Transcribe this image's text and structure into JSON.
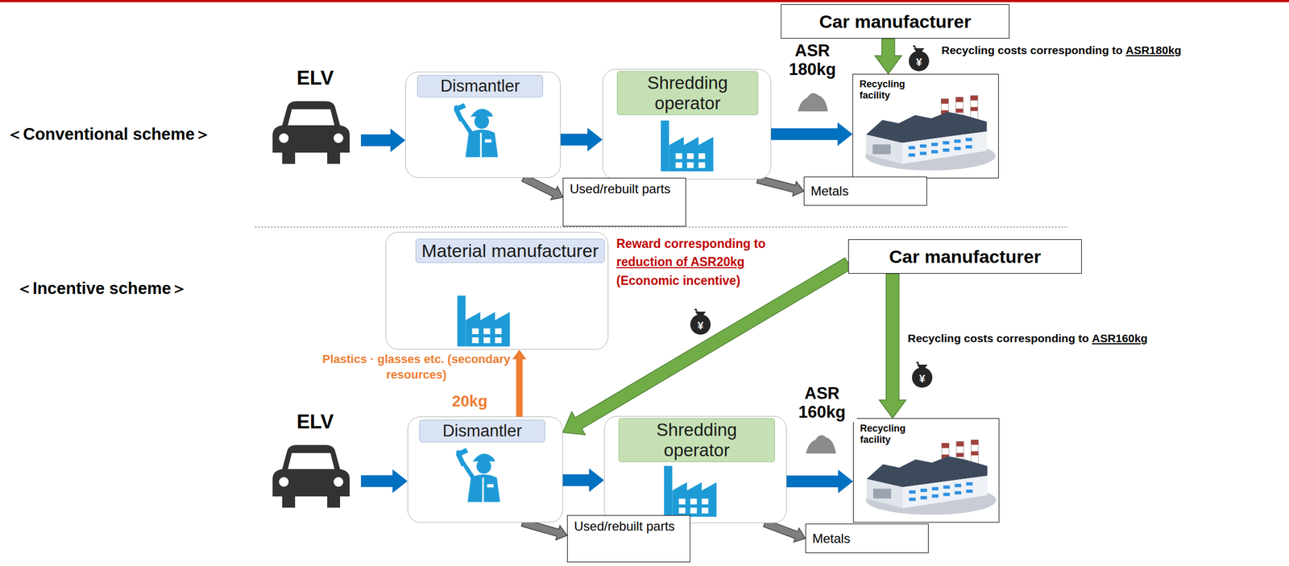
{
  "diagram": {
    "nodes": [
      {
        "text": [
          "Car manufacturer"
        ]
      },
      {
        "text": [
          "ELV"
        ]
      },
      {
        "text": [
          "Dismantler"
        ]
      },
      {
        "text": [
          "Shredding operator"
        ]
      },
      {
        "text": [
          "Recycling facility"
        ]
      },
      {
        "text": [
          "Used/rebuilt parts"
        ]
      },
      {
        "text": [
          "Metals"
        ]
      },
      {
        "text": [
          "Material manufacturer"
        ]
      },
      {
        "text": [
          "Car manufacturer"
        ]
      },
      {
        "text": [
          "ELV"
        ]
      },
      {
        "text": [
          "Dismantler"
        ]
      },
      {
        "text": [
          "Shredding operator"
        ]
      },
      {
        "text": [
          "Recycling facility"
        ]
      },
      {
        "text": [
          "Used/rebuilt parts"
        ]
      },
      {
        "text": [
          "Metals"
        ]
      }
    ],
    "edges": [
      {
        "from": 1,
        "to": 2,
        "arrow": "to"
      },
      {
        "from": 2,
        "to": 3,
        "arrow": "to"
      },
      {
        "from": 3,
        "to": 4,
        "arrow": "to",
        "label": "ASR 180kg"
      },
      {
        "from": 0,
        "to": 4,
        "arrow": "to"
      },
      {
        "from": 2,
        "to": 5,
        "arrow": "to"
      },
      {
        "from": 3,
        "to": 6,
        "arrow": "to"
      },
      {
        "from": 9,
        "to": 10,
        "arrow": "to"
      },
      {
        "from": 10,
        "to": 11,
        "arrow": "to"
      },
      {
        "from": 11,
        "to": 12,
        "arrow": "to",
        "label": "ASR 160kg"
      },
      {
        "from": 8,
        "to": 12,
        "arrow": "to"
      },
      {
        "from": 8,
        "to": 10,
        "arrow": "to"
      },
      {
        "from": 10,
        "to": 7,
        "arrow": "to"
      },
      {
        "from": 10,
        "to": 13,
        "arrow": "to"
      },
      {
        "from": 11,
        "to": 14,
        "arrow": "to"
      }
    ],
    "labels": [
      "＜Conventional scheme＞",
      "Recycling costs corresponding to",
      "ASR180kg",
      "¥",
      "＜Incentive scheme＞",
      "Reward corresponding to",
      "reduction of ASR20kg",
      "(Economic incentive)",
      "¥",
      "Recycling costs corresponding to",
      "ASR160kg",
      "¥",
      "Plastics · glasses etc. (secondary resources)",
      "20kg"
    ]
  }
}
